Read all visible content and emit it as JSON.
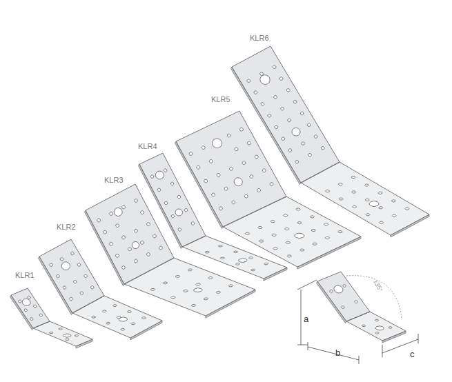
{
  "diagram": {
    "labels": [
      "KLR6",
      "KLR5",
      "KLR4",
      "KLR3",
      "KLR2",
      "KLR1",
      "135°",
      "a",
      "b",
      "c"
    ]
  }
}
